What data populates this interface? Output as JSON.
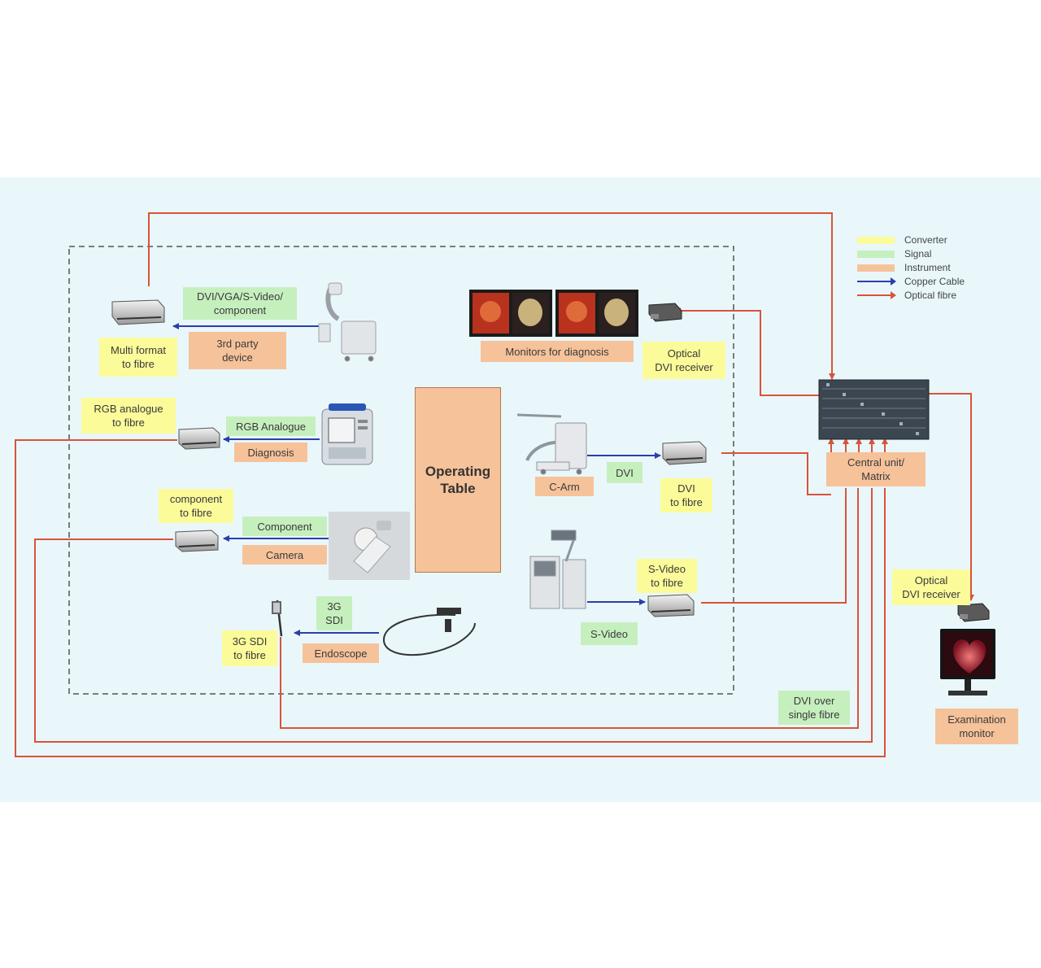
{
  "legend": {
    "converter": "Converter",
    "signal": "Signal",
    "instrument": "Instrument",
    "copper_cable": "Copper Cable",
    "optical_fibre": "Optical fibre"
  },
  "colors": {
    "converter": "#fbfb9a",
    "signal": "#c6efbe",
    "instrument": "#f6c29a",
    "copper": "#2b3fa8",
    "fibre": "#d9533a",
    "panel": "#e9f7fb"
  },
  "labels": {
    "multi_format": "Multi format\nto fibre",
    "dvi_vga_svideo": "DVI/VGA/S-Video/\ncomponent",
    "third_party": "3rd party\ndevice",
    "monitors": "Monitors for diagnosis",
    "optical_dvi_receiver_top": "Optical\nDVI receiver",
    "rgb_to_fibre": "RGB analogue\nto fibre",
    "rgb_analogue": "RGB Analogue",
    "diagnosis": "Diagnosis",
    "operating_table": "Operating\nTable",
    "dvi_signal": "DVI",
    "c_arm": "C-Arm",
    "dvi_to_fibre": "DVI\nto fibre",
    "central_unit": "Central unit/\nMatrix",
    "component_to_fibre": "component\nto fibre",
    "component": "Component",
    "camera": "Camera",
    "svideo_to_fibre": "S-Video\nto fibre",
    "svideo": "S-Video",
    "optical_dvi_receiver_right": "Optical\nDVI receiver",
    "three_g_sdi": "3G\nSDI",
    "three_g_sdi_to_fibre": "3G SDI\nto fibre",
    "endoscope": "Endoscope",
    "dvi_over_fibre": "DVI over\nsingle fibre",
    "examination_monitor": "Examination\nmonitor"
  }
}
